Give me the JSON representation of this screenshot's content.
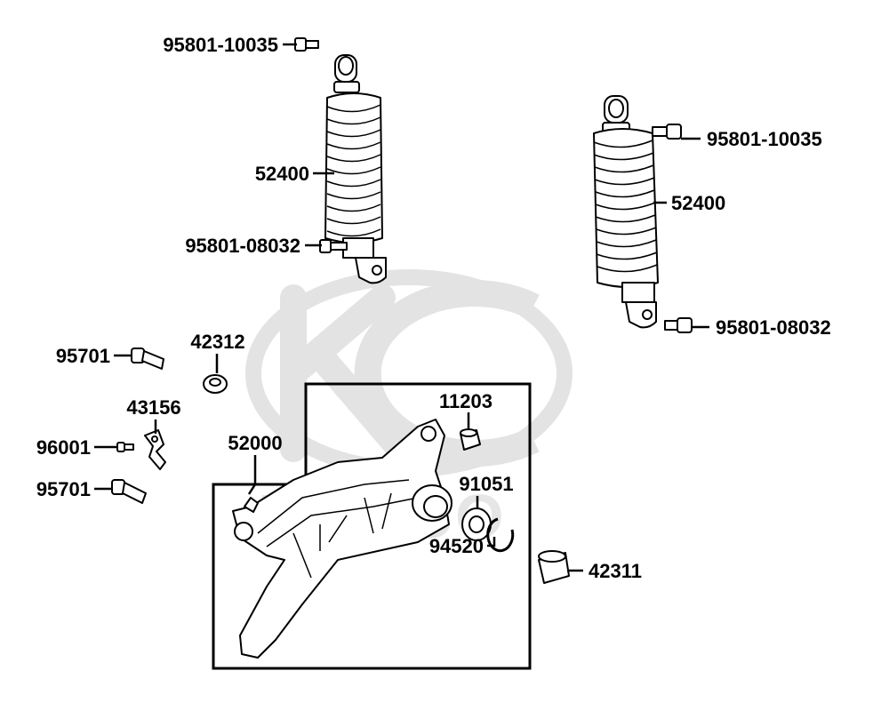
{
  "watermark": {
    "brand_text": "KYMCO",
    "color": "#e3e3e3"
  },
  "callouts": [
    {
      "id": "c1",
      "part_number": "95801-10035"
    },
    {
      "id": "c2",
      "part_number": "52400"
    },
    {
      "id": "c3",
      "part_number": "95801-08032"
    },
    {
      "id": "c4",
      "part_number": "95801-10035"
    },
    {
      "id": "c5",
      "part_number": "52400"
    },
    {
      "id": "c6",
      "part_number": "95801-08032"
    },
    {
      "id": "c7",
      "part_number": "95701"
    },
    {
      "id": "c8",
      "part_number": "42312"
    },
    {
      "id": "c9",
      "part_number": "43156"
    },
    {
      "id": "c10",
      "part_number": "96001"
    },
    {
      "id": "c11",
      "part_number": "95701"
    },
    {
      "id": "c12",
      "part_number": "52000"
    },
    {
      "id": "c13",
      "part_number": "11203"
    },
    {
      "id": "c14",
      "part_number": "91051"
    },
    {
      "id": "c15",
      "part_number": "94520"
    },
    {
      "id": "c16",
      "part_number": "42311"
    }
  ],
  "colors": {
    "line": "#000000",
    "background": "#ffffff"
  }
}
